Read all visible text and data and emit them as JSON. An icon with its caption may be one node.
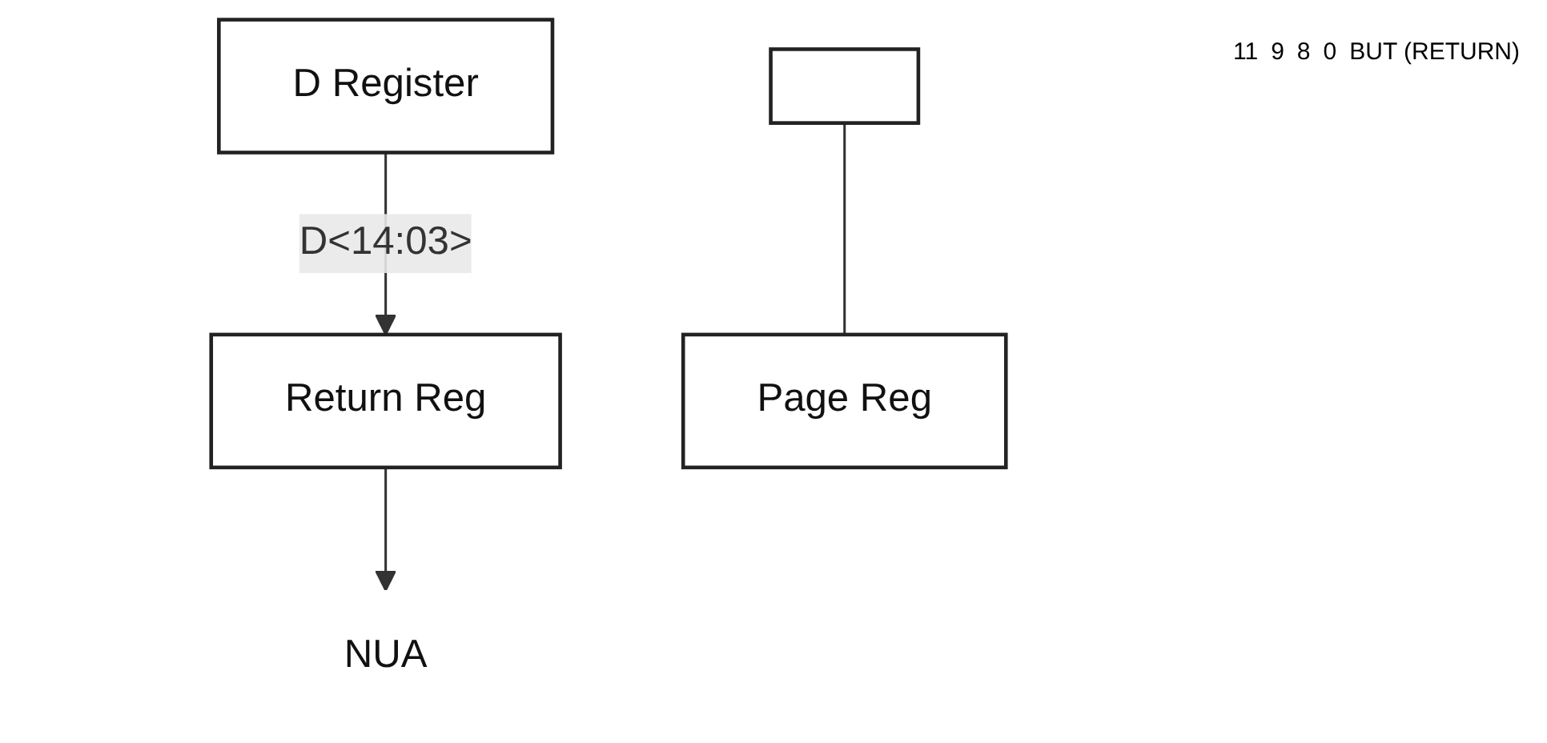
{
  "diagram": {
    "nodes": [
      {
        "text": [
          "D Register"
        ]
      },
      {
        "text": [],
        "shape": "box"
      },
      {
        "text": [
          "Return Reg"
        ]
      },
      {
        "text": [
          "Page Reg"
        ]
      },
      {
        "text": [
          "NUA"
        ]
      }
    ],
    "edges": [
      {
        "from": 0,
        "to": 2,
        "arrow": "to",
        "label": "D<14:03>"
      },
      {
        "from": 1,
        "to": 3,
        "arrow": "none"
      },
      {
        "from": 2,
        "to": 4,
        "arrow": "to"
      }
    ],
    "labels": [
      "11",
      "9",
      "8",
      "0",
      "BUT (RETURN)"
    ]
  }
}
